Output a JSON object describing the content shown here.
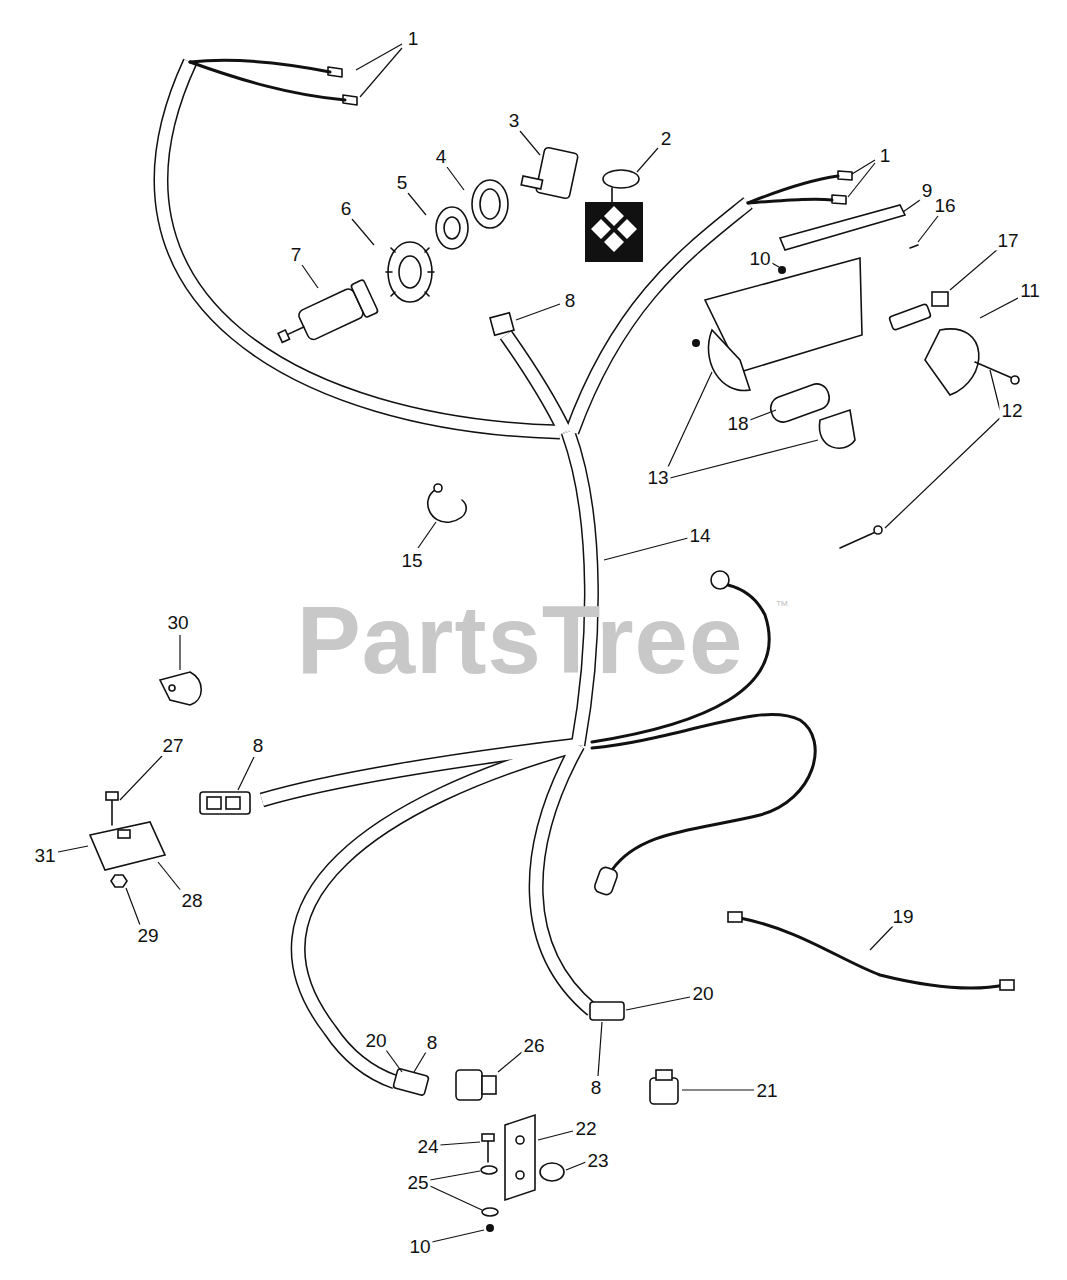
{
  "diagram": {
    "labels": [
      "1",
      "3",
      "2",
      "4",
      "5",
      "6",
      "7",
      "8",
      "1",
      "9",
      "16",
      "17",
      "10",
      "11",
      "18",
      "12",
      "13",
      "15",
      "14",
      "30",
      "PartsTree",
      "™",
      "27",
      "8",
      "31",
      "28",
      "29",
      "19",
      "20",
      "20",
      "8",
      "26",
      "8",
      "21",
      "22",
      "24",
      "23",
      "25",
      "10"
    ]
  }
}
